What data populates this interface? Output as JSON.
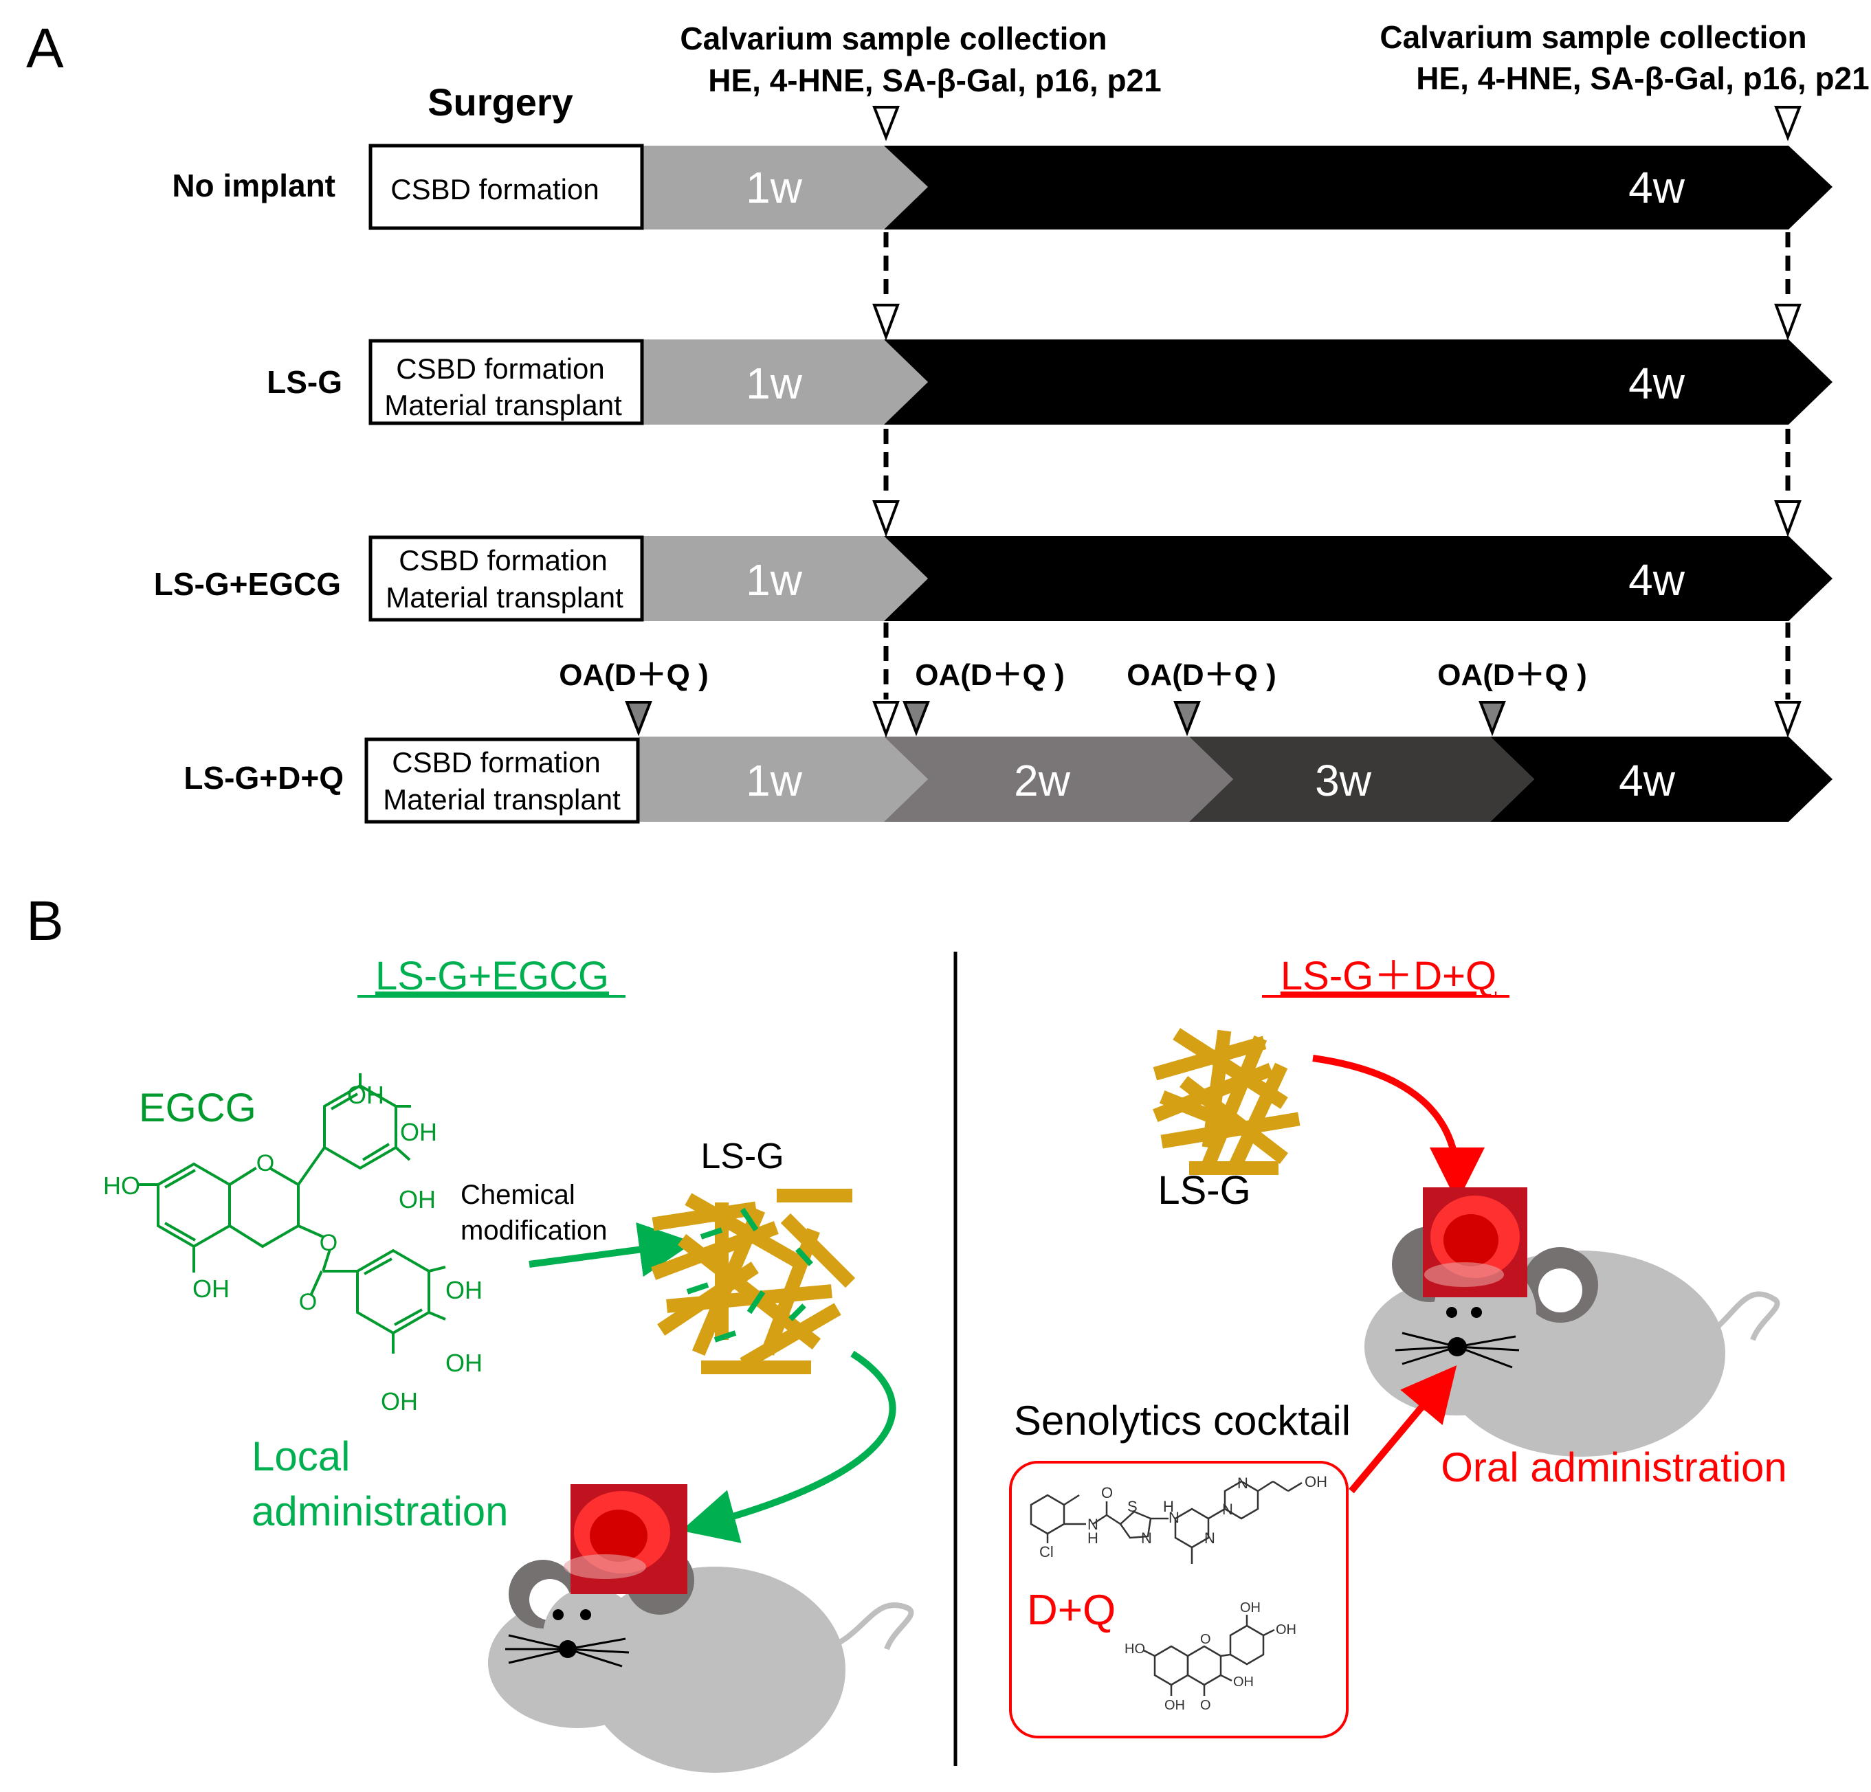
{
  "panel_a": {
    "letter": "A",
    "surgery_label": "Surgery",
    "collection_early": {
      "title": "Calvarium sample collection",
      "assays": "HE, 4-HNE, SA-β-Gal,  p16, p21"
    },
    "collection_late": {
      "title": "Calvarium sample collection",
      "assays": "HE, 4-HNE, SA-β-Gal,  p16, p21"
    },
    "groups": [
      {
        "name": "No implant",
        "box_lines": [
          "CSBD formation"
        ],
        "segments": [
          "1w",
          "4w"
        ]
      },
      {
        "name": "LS-G",
        "box_lines": [
          "CSBD formation",
          "Material transplant"
        ],
        "segments": [
          "1w",
          "4w"
        ]
      },
      {
        "name": "LS-G+EGCG",
        "box_lines": [
          "CSBD formation",
          "Material transplant"
        ],
        "segments": [
          "1w",
          "4w"
        ]
      },
      {
        "name": "LS-G+D+Q",
        "box_lines": [
          "CSBD formation",
          "Material transplant"
        ],
        "segments": [
          "1w",
          "2w",
          "3w",
          "4w"
        ]
      }
    ],
    "oa_label": "OA(D＋Q )",
    "colors": {
      "week1": "#a6a6a6",
      "week2": "#7a7576",
      "week3": "#3b3838",
      "week4": "#000000"
    }
  },
  "panel_b": {
    "letter": "B",
    "left": {
      "title": "LS-G+EGCG",
      "title_color": "#00b050",
      "compound_name": "EGCG",
      "compound_color": "#009a2e",
      "atoms": [
        "OH",
        "OH",
        "OH",
        "HO",
        "OH",
        "OH",
        "OH",
        "OH"
      ],
      "material_label": "LS-G",
      "arrow_label_lines": [
        "Chemical",
        "modification"
      ],
      "route_lines": [
        "Local",
        "administration"
      ]
    },
    "right": {
      "title": "LS-G＋D+Q",
      "title_color": "#ff0000",
      "material_label": "LS-G",
      "cocktail_label": "Senolytics  cocktail",
      "drug_label": "D+Q",
      "route_label": "Oral administration",
      "dasatinib_atoms": [
        "OH",
        "N",
        "N",
        "N",
        "N",
        "N",
        "N",
        "S",
        "Cl",
        "O",
        "H",
        "H"
      ],
      "quercetin_atoms": [
        "OH",
        "OH",
        "HO",
        "OH",
        "OH",
        "O",
        "O"
      ]
    }
  }
}
